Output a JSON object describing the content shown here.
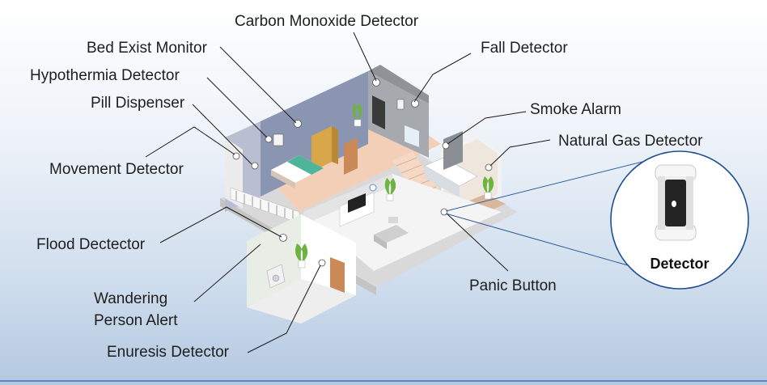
{
  "labels": {
    "carbon_monoxide": "Carbon Monoxide Detector",
    "bed_exist": "Bed Exist Monitor",
    "hypothermia": "Hypothermia  Detector",
    "pill_dispenser": "Pill Dispenser",
    "movement": "Movement Detector",
    "flood": "Flood Dectector",
    "wandering": "Wandering Person Alert",
    "enuresis": "Enuresis Detector",
    "fall": "Fall Detector",
    "smoke": "Smoke Alarm",
    "natural_gas": "Natural Gas Detector",
    "panic": "Panic Button",
    "detector_zoom": "Detector"
  },
  "colors": {
    "line": "#1a1a1a",
    "zoom_line": "#2f5f9e",
    "wall_blue": "#8c97b3",
    "wall_grey": "#a7abb0",
    "floor_wood": "#f0cdb6",
    "floor_white": "#f4f4f4",
    "plant": "#6db33f"
  }
}
